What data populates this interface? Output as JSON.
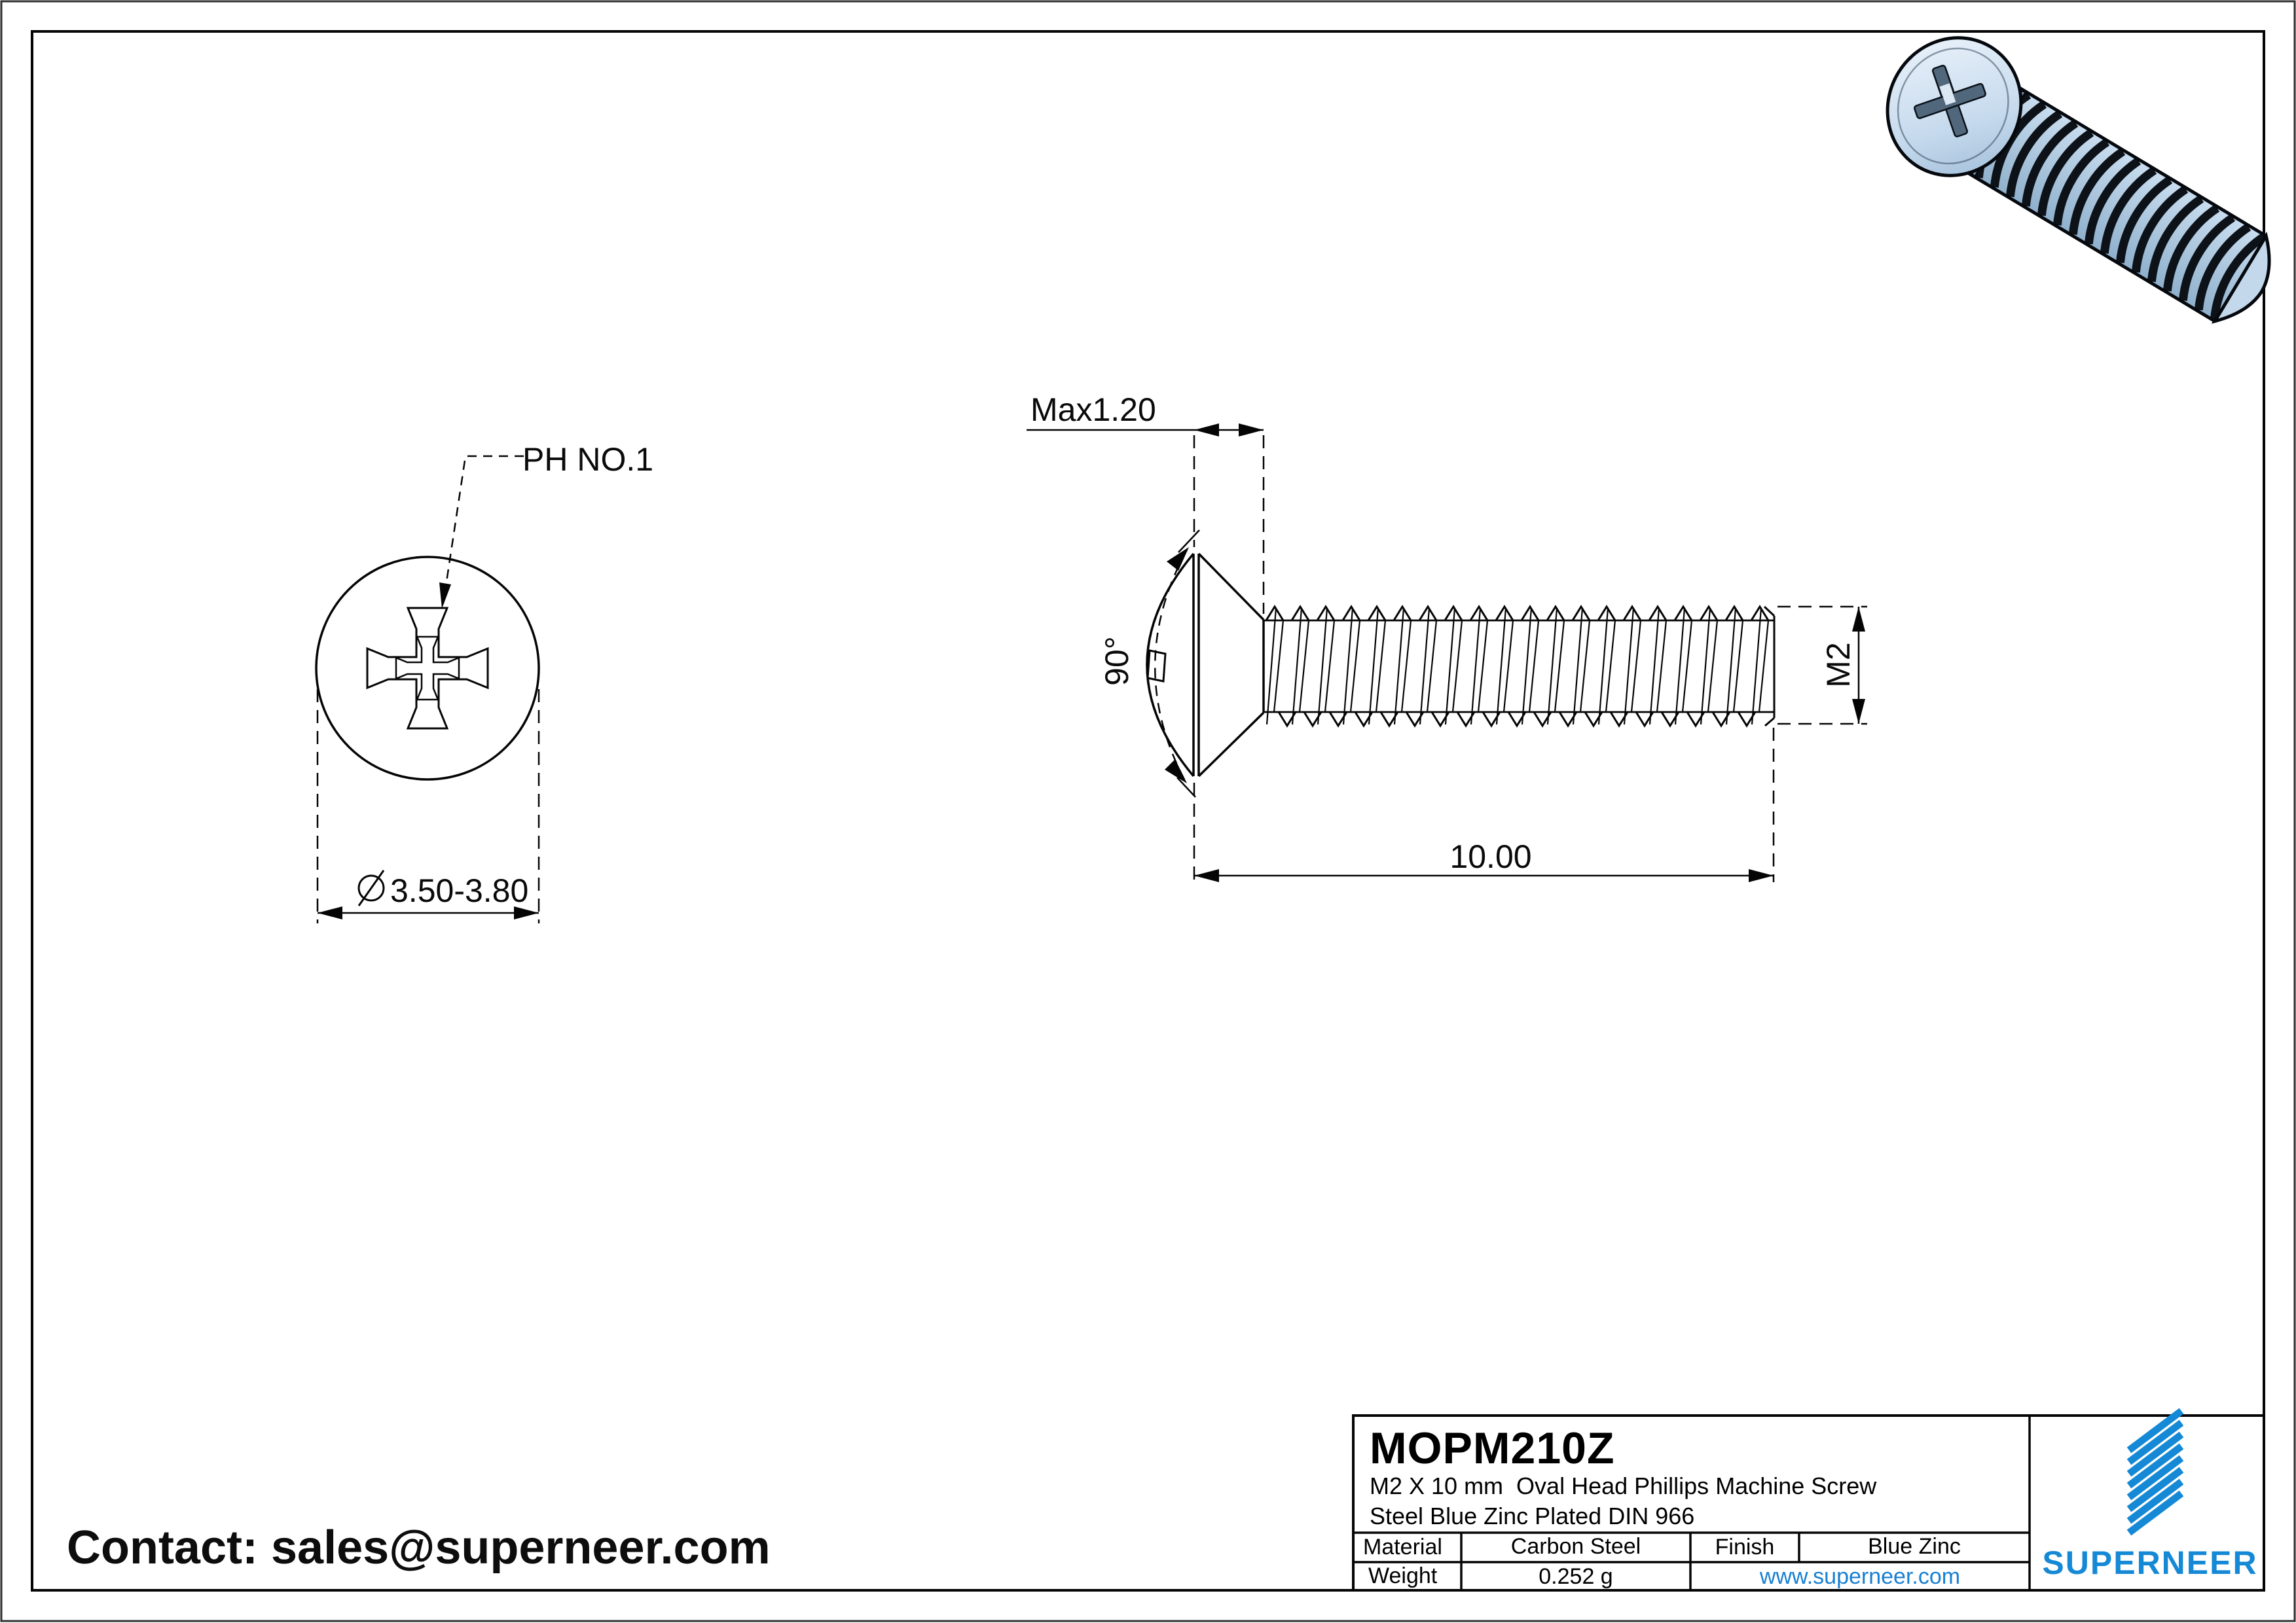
{
  "front_view": {
    "ph_label": "PH NO.1",
    "diameter_value": "3.50-3.80"
  },
  "side_view": {
    "head_height_label": "Max1.20",
    "angle_label": "90°",
    "thread_label": "M2",
    "length_label": "10.00"
  },
  "contact": {
    "label": "Contact: sales@superneer.com"
  },
  "title_block": {
    "part_number": "MOPM210Z",
    "description_line1": "M2 X 10 mm  Oval Head Phillips Machine Screw",
    "description_line2": "Steel Blue Zinc Plated DIN 966",
    "material_label": "Material",
    "material_value": "Carbon Steel",
    "finish_label": "Finish",
    "finish_value": "Blue Zinc",
    "weight_label": "Weight",
    "weight_value": "0.252 g",
    "website": "www.superneer.com",
    "brand": "SUPERNEER"
  },
  "colors": {
    "accent_blue": "#1589d5",
    "link_blue": "#187fd2",
    "screw_light": "#e8f1fa",
    "screw_mid": "#bdd3e8",
    "screw_dark": "#8fb0cc",
    "thread_band": "#0d1218",
    "line": "#000000"
  }
}
